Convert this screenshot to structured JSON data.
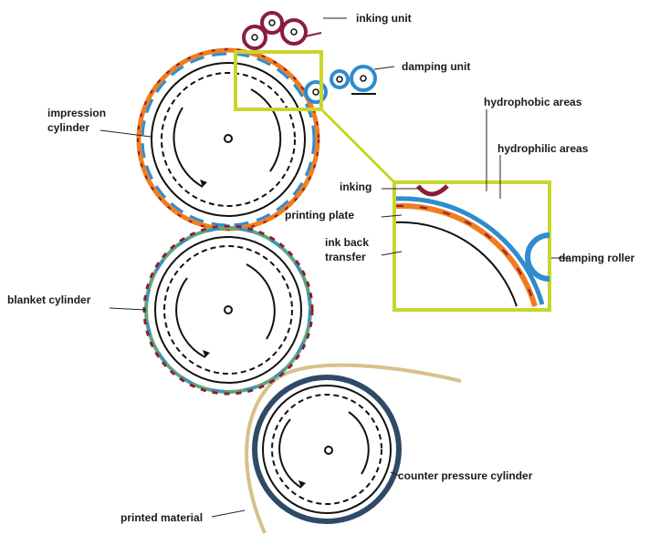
{
  "labels": {
    "inking_unit": "inking unit",
    "dampening_unit": "damping unit",
    "impression_cylinder_line1": "impression",
    "impression_cylinder_line2": "cylinder",
    "hydrophobic_areas": "hydrophobic areas",
    "hydrophilic_areas": "hydrophilic  areas",
    "inking": "inking",
    "printing_plate": "printing plate",
    "ink_back_transfer_line1": "ink back",
    "ink_back_transfer_line2": "transfer",
    "dampening_roller": "damping roller",
    "blanket_cylinder": "blanket cylinder",
    "counter_pressure_cylinder": "counter pressure cylinder",
    "printed_material": "printed material"
  },
  "colors": {
    "ink": "#8c1c3c",
    "dampening": "#2e8ccf",
    "plate_orange": "#f07e1e",
    "highlight": "#c8d629",
    "blanket_green": "#5aa87a",
    "counter_cylinder": "#2f4a66",
    "paper": "#d8c08a",
    "line": "#111111"
  }
}
